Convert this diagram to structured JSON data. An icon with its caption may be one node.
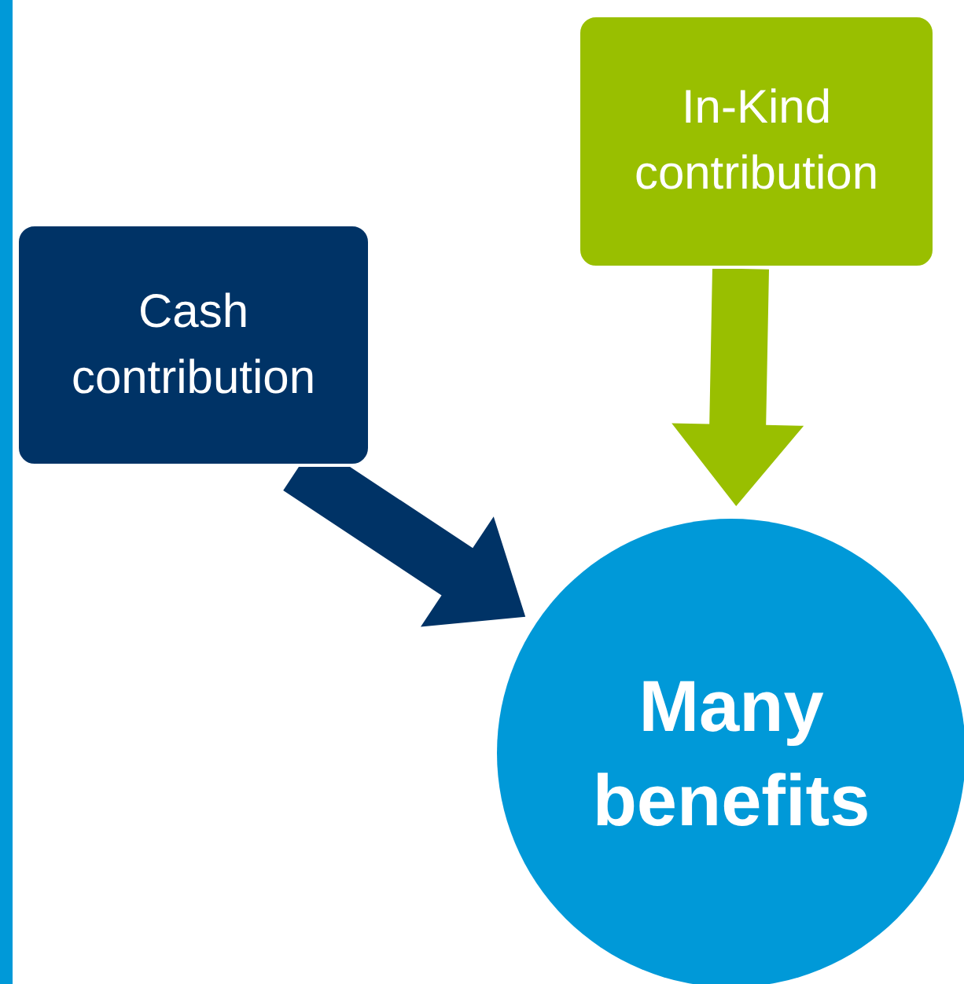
{
  "diagram": {
    "nodes": [
      {
        "text": [
          "Cash contribution"
        ]
      },
      {
        "text": [
          "In-Kind contribution"
        ]
      },
      {
        "text": [
          "Many benefits"
        ]
      }
    ],
    "edges": [
      {
        "from": 0,
        "to": 2,
        "arrow": "to",
        "style": "thick",
        "color": "#003366"
      },
      {
        "from": 1,
        "to": 2,
        "arrow": "to",
        "style": "thick",
        "color": "#99bf00"
      }
    ]
  }
}
